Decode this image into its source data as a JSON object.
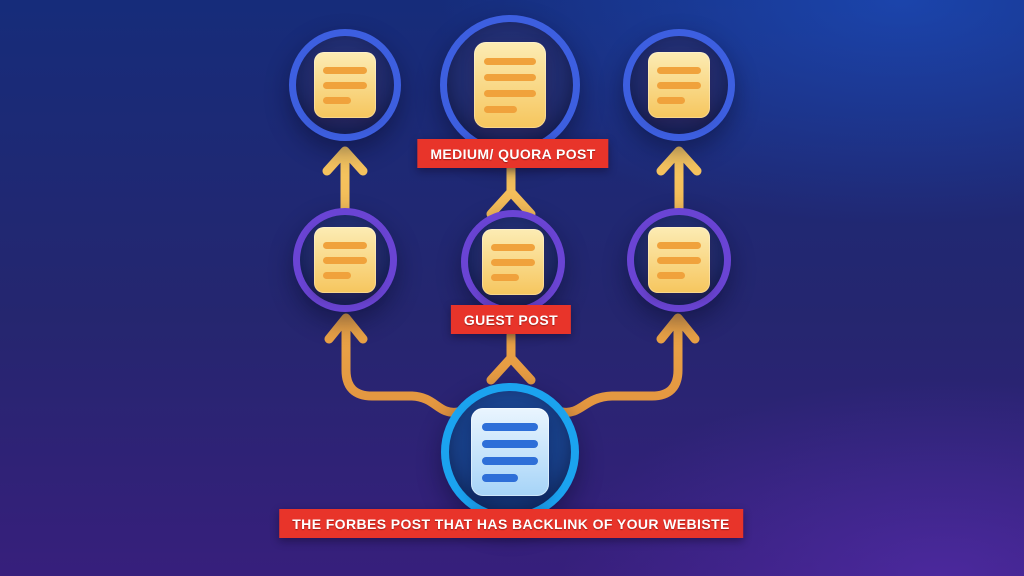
{
  "diagram": {
    "title_context": "Tiered backlink pyramid infographic",
    "labels": {
      "medium_quora": "MEDIUM/ QUORA POST",
      "guest_post": "GUEST POST",
      "forbes": "THE FORBES POST THAT HAS BACKLINK OF YOUR WEBISTE"
    },
    "nodes": [
      {
        "id": "top-left",
        "tier": "top",
        "icon": "document-icon",
        "doc_style": "yellow",
        "doc_lines": 3
      },
      {
        "id": "top-center",
        "tier": "top",
        "icon": "document-icon",
        "doc_style": "yellow",
        "doc_lines": 4,
        "label": "MEDIUM/ QUORA POST"
      },
      {
        "id": "top-right",
        "tier": "top",
        "icon": "document-icon",
        "doc_style": "yellow",
        "doc_lines": 3
      },
      {
        "id": "mid-left",
        "tier": "middle",
        "icon": "document-icon",
        "doc_style": "yellow",
        "doc_lines": 3
      },
      {
        "id": "mid-center",
        "tier": "middle",
        "icon": "document-icon",
        "doc_style": "yellow",
        "doc_lines": 3,
        "label": "GUEST POST"
      },
      {
        "id": "mid-right",
        "tier": "middle",
        "icon": "document-icon",
        "doc_style": "yellow",
        "doc_lines": 3
      },
      {
        "id": "bottom",
        "tier": "source",
        "icon": "document-icon",
        "doc_style": "blue",
        "doc_lines": 4,
        "label": "THE FORBES POST THAT HAS BACKLINK OF YOUR WEBISTE"
      }
    ],
    "arrows": [
      {
        "from": "bottom",
        "to": "mid-left",
        "shape": "curved-up-left"
      },
      {
        "from": "bottom",
        "to": "mid-center",
        "shape": "y-split-up"
      },
      {
        "from": "bottom",
        "to": "mid-right",
        "shape": "curved-up-right"
      },
      {
        "from": "mid-left",
        "to": "top-left",
        "shape": "straight-up"
      },
      {
        "from": "mid-center",
        "to": "top-center",
        "shape": "y-split-up"
      },
      {
        "from": "mid-right",
        "to": "top-right",
        "shape": "straight-up"
      }
    ],
    "colors": {
      "background_top": "#162c7a",
      "background_bottom": "#371f7c",
      "label_red": "#e8342a",
      "label_text": "#ffffff",
      "arrow_yellow_light": "#f8ca64",
      "arrow_yellow_dark": "#e1923e",
      "ring_blue": "#3d5fe0",
      "ring_purple": "#6a44d4",
      "ring_cyan": "#1ba3ef",
      "doc_yellow_top": "#fcecb4",
      "doc_yellow_bottom": "#f6c65e",
      "doc_yellow_line": "#f0a23c",
      "doc_blue_top": "#eaf5fe",
      "doc_blue_bottom": "#a6d4f8",
      "doc_blue_line": "#2e6fd8"
    }
  }
}
